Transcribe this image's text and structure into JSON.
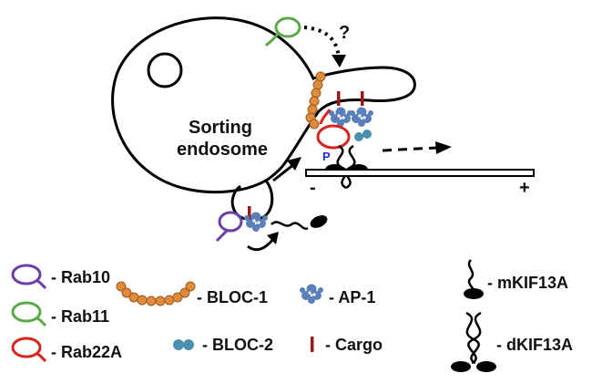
{
  "diagram": {
    "compartment_label_line1": "Sorting",
    "compartment_label_line2": "endosome",
    "question_mark": "?",
    "phospho_label": "P",
    "minus_end": "-",
    "plus_end": "+"
  },
  "legend": {
    "rab10": "- Rab10",
    "rab11": "- Rab11",
    "rab22a": "- Rab22A",
    "bloc1": "- BLOC-1",
    "bloc2": "- BLOC-2",
    "ap1": "- AP-1",
    "cargo": "- Cargo",
    "mkif13a": "- mKIF13A",
    "dkif13a": "- dKIF13A"
  },
  "colors": {
    "rab10": "#6a3fa6",
    "rab11": "#5aaa4a",
    "rab22a": "#d8231f",
    "bloc1": "#e08a3c",
    "bloc2": "#4d8fae",
    "ap1": "#5b7fb8",
    "cargo": "#9b1b1b",
    "phospho": "#1a2bd6"
  }
}
